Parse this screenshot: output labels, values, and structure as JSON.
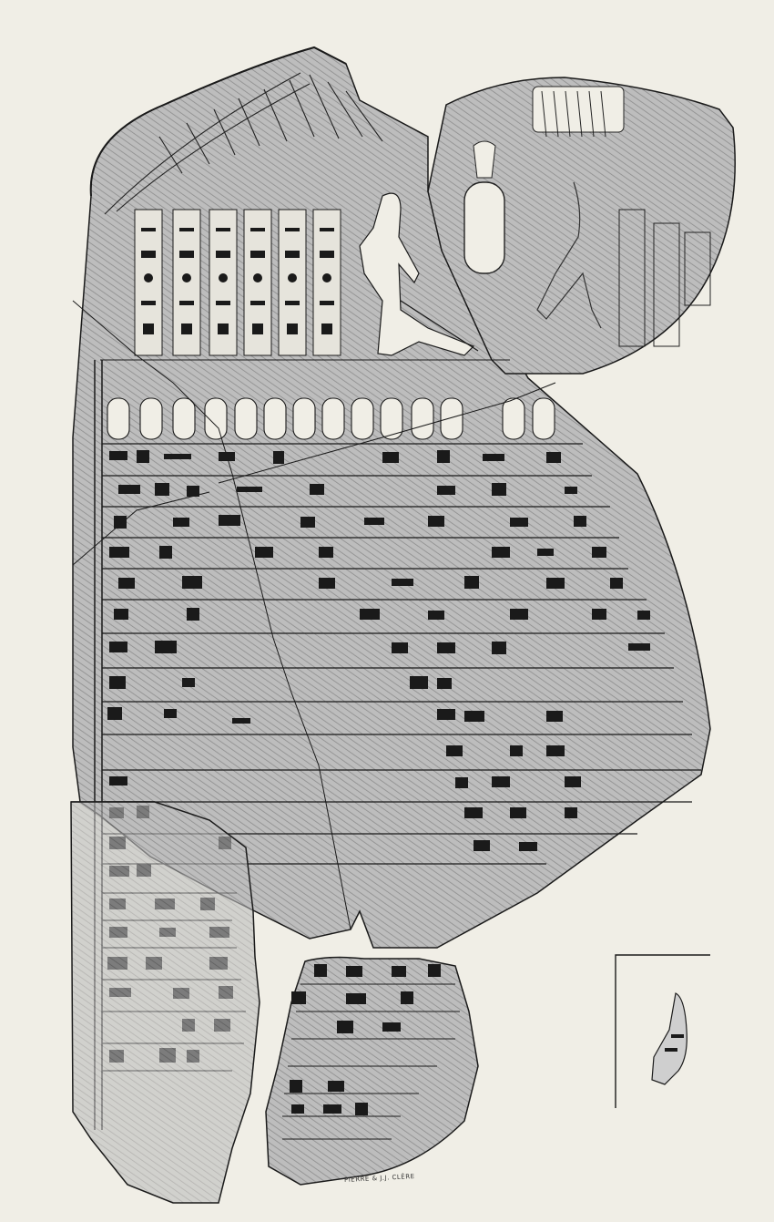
{
  "plate": {
    "subject": "stela-fragments-line-drawing",
    "background_color": "#f0eee6",
    "stone_fill_color": "#b9b9b9",
    "ink_color": "#1a1a1a",
    "fragments": [
      "main-stela-fragment",
      "upper-right-fragment",
      "right-fragment",
      "lower-center-fragment",
      "small-object-inset"
    ],
    "signature": "PIERRE & J.J. CLÈRE"
  }
}
